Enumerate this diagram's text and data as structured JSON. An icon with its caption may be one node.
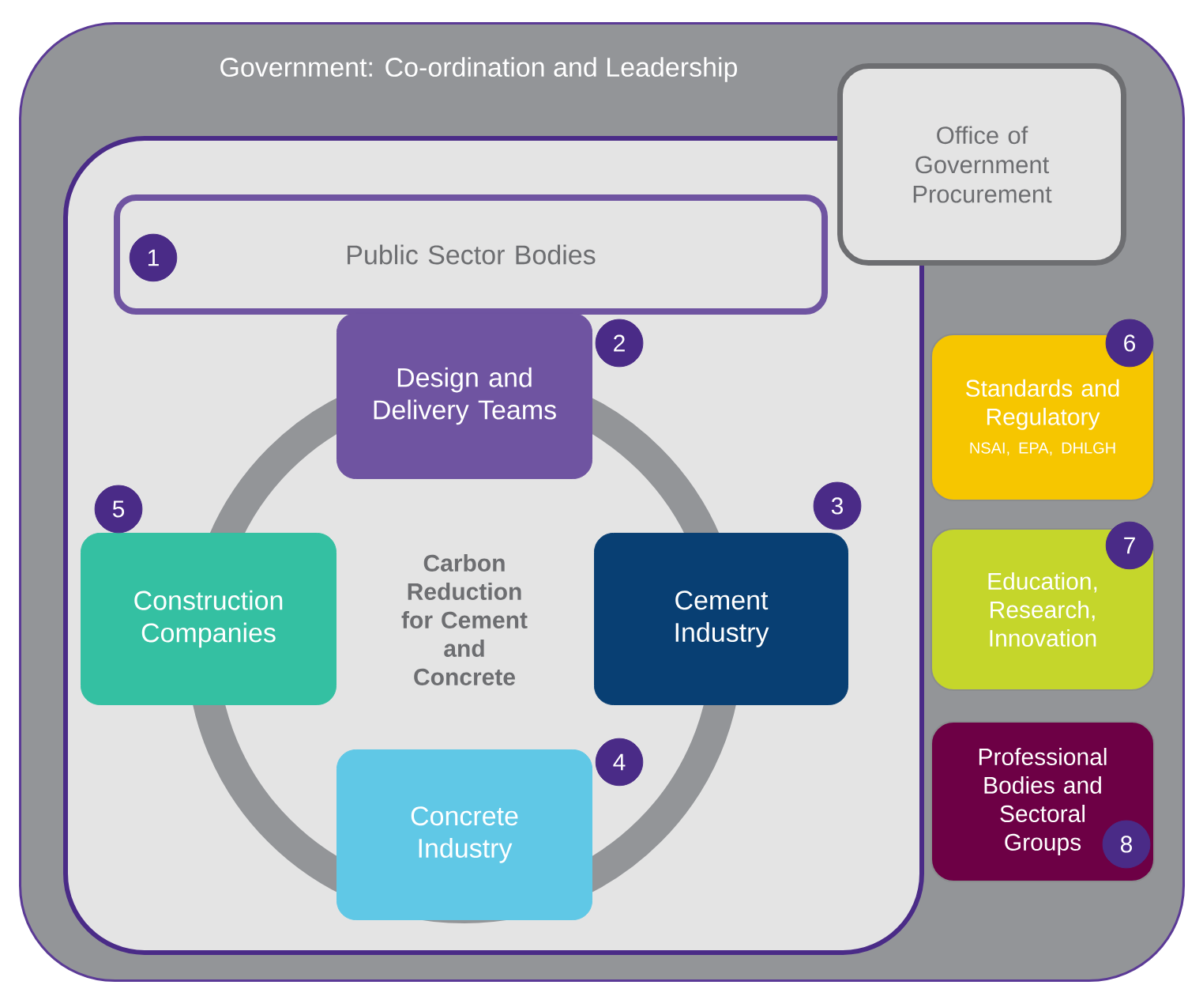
{
  "diagram": {
    "nodes": [
      {
        "text": [
          "Government: Co-ordination and Leadership"
        ]
      },
      {
        "text": [],
        "shape": "box",
        "in": 0
      },
      {
        "text": [
          "Office of Government Procurement"
        ],
        "in": 0
      },
      {
        "text": [
          "Public Sector Bodies"
        ],
        "in": 1
      },
      {
        "text": [
          "Design and Delivery Teams"
        ],
        "in": 1
      },
      {
        "text": [
          "Construction Companies"
        ],
        "in": 1
      },
      {
        "text": [
          "Cement Industry"
        ],
        "in": 1
      },
      {
        "text": [
          "Concrete Industry"
        ],
        "in": 1
      },
      {
        "text": [
          "Standards and Regulatory",
          "NSAI, EPA, DHLGH"
        ],
        "in": 0
      },
      {
        "text": [
          "Education, Research, Innovation"
        ],
        "in": 0
      },
      {
        "text": [
          "Professional Bodies and Sectoral Groups"
        ],
        "in": 0
      },
      {
        "text": [
          "1"
        ],
        "in": 3
      },
      {
        "text": [
          "2"
        ],
        "in": 1
      },
      {
        "text": [
          "3"
        ],
        "in": 1
      },
      {
        "text": [
          "4"
        ],
        "in": 1
      },
      {
        "text": [
          "5"
        ],
        "in": 1
      },
      {
        "text": [
          "6"
        ],
        "in": 0
      },
      {
        "text": [
          "7"
        ],
        "in": 0
      },
      {
        "text": [
          "8"
        ],
        "in": 10
      }
    ],
    "labels": [
      "Carbon Reduction for Cement and Concrete"
    ]
  }
}
